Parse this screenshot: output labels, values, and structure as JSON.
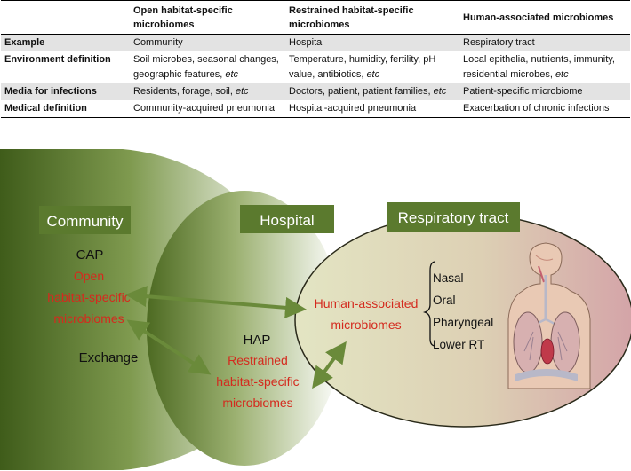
{
  "table": {
    "headers": [
      "",
      "Open habitat-specific microbiomes",
      "Restrained habitat-specific microbiomes",
      "Human-associated microbiomes"
    ],
    "rows": [
      {
        "label": "Example",
        "cells": [
          "Community",
          "Hospital",
          "Respiratory tract"
        ]
      },
      {
        "label": "Environment definition",
        "cells": [
          [
            "Soil microbes, seasonal changes,",
            "geographic features, etc"
          ],
          [
            "Temperature, humidity, fertility, pH",
            "value, antibiotics, etc"
          ],
          [
            "Local epithelia, nutrients, immunity,",
            "residential microbes, etc"
          ]
        ]
      },
      {
        "label": "Media for infections",
        "cells": [
          "Residents, forage, soil, etc",
          "Doctors, patient, patient families, etc",
          "Patient-specific microbiome"
        ]
      },
      {
        "label": "Medical definition",
        "cells": [
          "Community-acquired pneumonia",
          "Hospital-acquired pneumonia",
          "Exacerbation of chronic infections"
        ]
      }
    ]
  },
  "diagram": {
    "community_label": "Community",
    "hospital_label": "Hospital",
    "respiratory_label": "Respiratory tract",
    "cap": "CAP",
    "open_lines": [
      "Open",
      "habitat-specific",
      "microbiomes"
    ],
    "exchange": "Exchange",
    "hap": "HAP",
    "restrained_lines": [
      "Restrained",
      "habitat-specific",
      "microbiomes"
    ],
    "human_lines": [
      "Human-associated",
      "microbiomes"
    ],
    "sites": [
      "Nasal",
      "Oral",
      "Pharyngeal",
      "Lower RT"
    ],
    "colors": {
      "olive": "#5b7a2e",
      "red": "#d42a1e",
      "oval": "#e6e2c2",
      "oval_pink": "#d9a9ac"
    }
  }
}
